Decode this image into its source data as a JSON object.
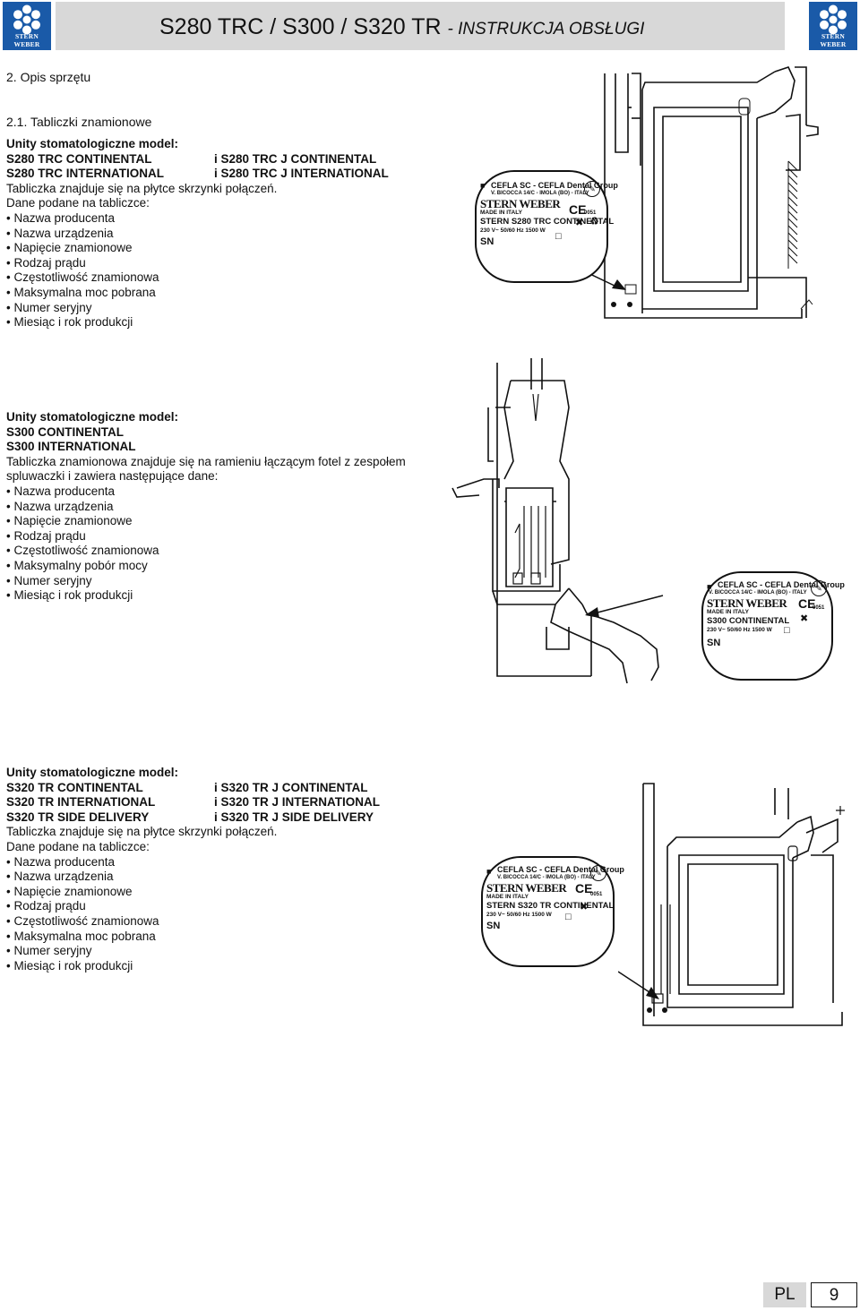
{
  "header": {
    "brand": "STERN WEBER",
    "title": "S280 TRC / S300 / S320 TR",
    "subtitle": "- INSTRUKCJA OBSŁUGI"
  },
  "sections": {
    "chapter": "2.  Opis sprzętu",
    "subsection": "2.1.  Tabliczki znamionowe"
  },
  "block1": {
    "heading": "Unity stomatologiczne model:",
    "models": [
      [
        "S280 TRC CONTINENTAL",
        "i S280 TRC  J CONTINENTAL"
      ],
      [
        "S280 TRC  INTERNATIONAL",
        "i S280 TRC  J INTERNATIONAL"
      ]
    ],
    "location": "Tabliczka znajduje się na płytce skrzynki połączeń.",
    "intro": "Dane podane na tabliczce:",
    "items": [
      "Nazwa producenta",
      "Nazwa urządzenia",
      "Napięcie znamionowe",
      "Rodzaj prądu",
      "Częstotliwość znamionowa",
      "Maksymalna moc pobrana",
      "Numer seryjny",
      "Miesiąc i rok produkcji"
    ]
  },
  "block2": {
    "heading": "Unity stomatologiczne model:",
    "models": [
      "S300 CONTINENTAL",
      "S300 INTERNATIONAL"
    ],
    "location1": "Tabliczka znamionowa znajduje się na ramieniu łączącym fotel z zespołem",
    "location2": "spluwaczki i zawiera następujące dane:",
    "items": [
      "Nazwa producenta",
      "Nazwa urządzenia",
      "Napięcie znamionowe",
      "Rodzaj prądu",
      "Częstotliwość znamionowa",
      "Maksymalny pobór mocy",
      "Numer seryjny",
      "Miesiąc i rok produkcji"
    ]
  },
  "block3": {
    "heading": "Unity stomatologiczne model:",
    "models": [
      [
        "S320 TR CONTINENTAL",
        "i S320 TR J CONTINENTAL"
      ],
      [
        "S320 TR INTERNATIONAL",
        "i S320 TR J INTERNATIONAL"
      ],
      [
        "S320 TR SIDE DELIVERY",
        "i S320 TR J SIDE DELIVERY"
      ]
    ],
    "location": "Tabliczka znajduje się na płytce skrzynki połączeń.",
    "intro": "Dane podane na tabliczce:",
    "items": [
      "Nazwa producenta",
      "Nazwa urządzenia",
      "Napięcie znamionowe",
      "Rodzaj prądu",
      "Częstotliwość znamionowa",
      "Maksymalna moc pobrana",
      "Numer seryjny",
      "Miesiąc i rok produkcji"
    ]
  },
  "plates": [
    {
      "mfr": "CEFLA SC - CEFLA Dental Group",
      "addr": "V. BICOCCA 14/C - IMOLA (BO) - ITALY",
      "brand": "STERN WEBER",
      "made": "MADE IN ITALY",
      "ce": "CE",
      "num": "0051",
      "model": "STERN S280 TRC CONTINENTAL",
      "power": "230 V~  50/60 Hz  1500 W",
      "sn": "SN"
    },
    {
      "mfr": "CEFLA SC - CEFLA Dental Group",
      "addr": "V. BICOCCA 14/C - IMOLA (BO) - ITALY",
      "brand": "STERN WEBER",
      "made": "MADE IN ITALY",
      "ce": "CE",
      "num": "0051",
      "model": "S300 CONTINENTAL",
      "power": "230 V~  50/60 Hz  1500 W",
      "sn": "SN"
    },
    {
      "mfr": "CEFLA SC - CEFLA Dental Group",
      "addr": "V. BICOCCA 14/C - IMOLA (BO) - ITALY",
      "brand": "STERN WEBER",
      "made": "MADE IN ITALY",
      "ce": "CE",
      "num": "0051",
      "model": "STERN S320 TR CONTINENTAL",
      "power": "230 V~  50/60 Hz  1500 W",
      "sn": "SN"
    }
  ],
  "footer": {
    "lang": "PL",
    "page": "9"
  }
}
